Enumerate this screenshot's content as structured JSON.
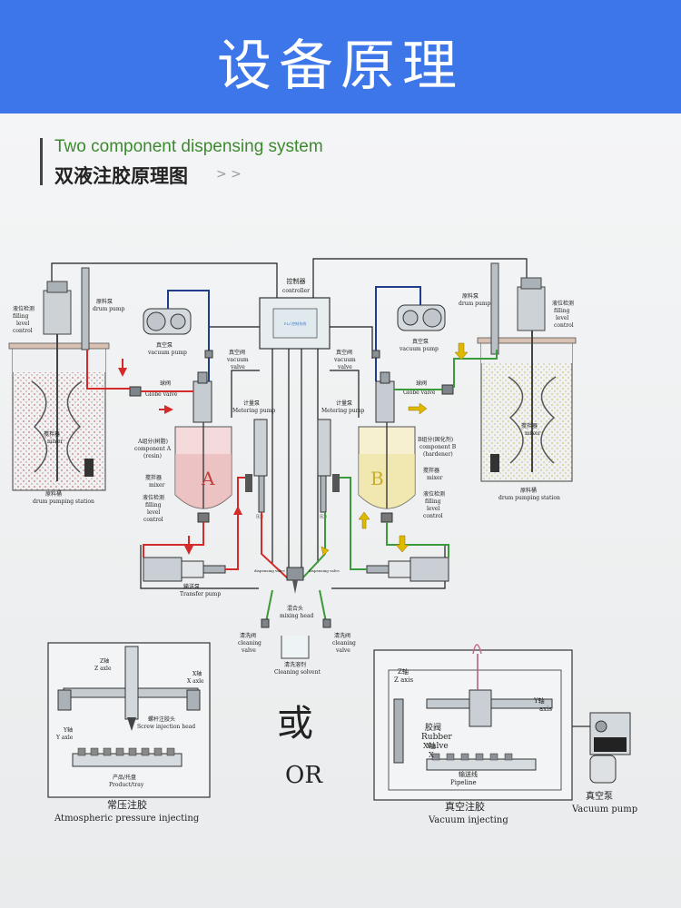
{
  "banner": {
    "title": "设备原理"
  },
  "header": {
    "title_en": "Two component dispensing system",
    "title_cn": "双液注胶原理图",
    "arrows": "> >"
  },
  "controller": {
    "cn": "控制器",
    "en": "controller",
    "screen": "PLC控制系统"
  },
  "left": {
    "level_cn": "液位检测",
    "level_en1": "filling",
    "level_en2": "level",
    "level_en3": "control",
    "drum_pump_cn": "原料泵",
    "drum_pump_en": "drum pump",
    "vacuum_pump_cn": "真空泵",
    "vacuum_pump_en": "vacuum pump",
    "vacuum_valve_cn": "真空阀",
    "vacuum_valve_en1": "vacuum",
    "vacuum_valve_en2": "valve",
    "globe_cn": "球阀",
    "globe_en": "Globe valve",
    "metering_cn": "计量泵",
    "metering_en": "Metering pump",
    "tank_label": "A",
    "comp_cn": "A组分(树脂)",
    "comp_en1": "component A",
    "comp_en2": "(resin)",
    "mixer_cn": "搅拌器",
    "mixer_en": "mixer",
    "tank_level_cn": "液位检测",
    "tank_level_en1": "filling",
    "tank_level_en2": "level",
    "tank_level_en3": "control",
    "station_cn": "原料桶",
    "station_en": "drum pumping station",
    "drum_mixer_cn": "搅拌器",
    "drum_mixer_en": "mixer",
    "transfer_cn": "输送泵",
    "transfer_en": "Transfer pump",
    "pressure": "压力"
  },
  "right": {
    "drum_pump_cn": "原料泵",
    "drum_pump_en": "drum pump",
    "level_cn": "液位检测",
    "level_en1": "filling",
    "level_en2": "level",
    "level_en3": "control",
    "vacuum_pump_cn": "真空泵",
    "vacuum_pump_en": "vacuum pump",
    "vacuum_valve_cn": "真空阀",
    "vacuum_valve_en1": "vacuum",
    "vacuum_valve_en2": "valve",
    "globe_cn": "球阀",
    "globe_en": "Globe valve",
    "metering_cn": "计量泵",
    "metering_en": "Metering pump",
    "tank_label": "B",
    "comp_cn": "B组分(固化剂)",
    "comp_en1": "component B",
    "comp_en2": "(hardener)",
    "mixer_cn": "搅拌器",
    "mixer_en": "mixer",
    "tank_level_cn": "液位检测",
    "tank_level_en1": "filling",
    "tank_level_en2": "level",
    "tank_level_en3": "control",
    "drum_mixer_cn": "搅拌器",
    "drum_mixer_en": "mixer",
    "station_cn": "原料桶",
    "station_en": "drum pumping station",
    "pressure": "压力"
  },
  "center": {
    "disp_valve_l": "dispensing valve",
    "disp_valve_r": "dispensing valve",
    "mix_cn": "混合头",
    "mix_en": "mixing head",
    "clean_l_cn": "清洗阀",
    "clean_l_en1": "cleaning",
    "clean_l_en2": "valve",
    "clean_r_cn": "清洗阀",
    "clean_r_en1": "cleaning",
    "clean_r_en2": "valve",
    "solvent_cn": "清洗溶剂",
    "solvent_en": "Cleaning solvent"
  },
  "bottom_left": {
    "z_cn": "Z轴",
    "z_en": "Z axle",
    "x_cn": "X轴",
    "x_en": "X axle",
    "y_cn": "Y轴",
    "y_en": "Y axle",
    "screw_cn": "螺杆注胶头",
    "screw_en": "Screw injection head",
    "tray_cn": "产品/托盘",
    "tray_en": "Product/tray",
    "caption_cn": "常压注胶",
    "caption_en": "Atmospheric pressure injecting"
  },
  "or": {
    "cn": "或",
    "en": "OR"
  },
  "bottom_right": {
    "z_cn": "Z轴",
    "z_en": "Z axis",
    "y_cn": "Y轴",
    "y_en": "axis",
    "x_cn": "X轴",
    "x_en": "X",
    "valve_cn": "胶阀",
    "valve_en1": "Rubber",
    "valve_en2": "valve",
    "line_cn": "输送线",
    "line_en": "Pipeline",
    "caption_cn": "真空注胶",
    "caption_en": "Vacuum injecting",
    "vpump_cn": "真空泵",
    "vpump_en": "Vacuum pump"
  },
  "colors": {
    "banner": "#3d76e8",
    "red": "#d42a2a",
    "green": "#3b9a3b",
    "blue": "#1f3d8a",
    "yellow": "#e0b800",
    "black": "#1c1c1c"
  }
}
